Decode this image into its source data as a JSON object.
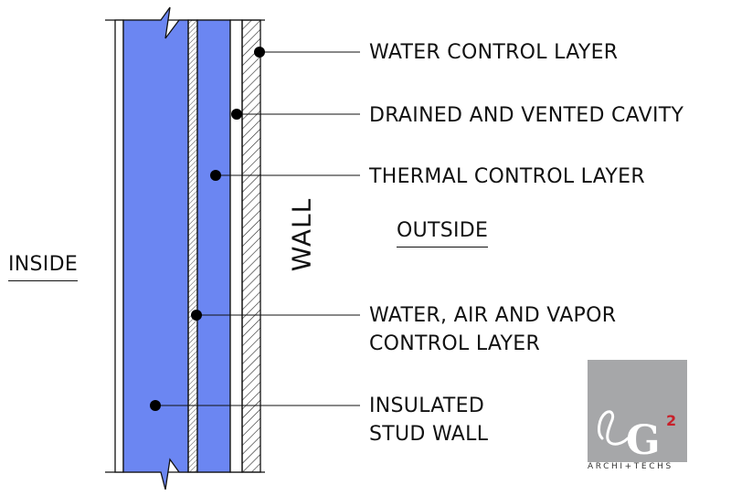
{
  "labels": {
    "water_control_layer": "WATER CONTROL LAYER",
    "drained_vented_cavity": "DRAINED AND VENTED CAVITY",
    "thermal_control_layer": "THERMAL CONTROL LAYER",
    "outside": "OUTSIDE",
    "wall": "WALL",
    "inside": "INSIDE",
    "wavc_line1": "WATER, AIR AND VAPOR",
    "wavc_line2": "CONTROL LAYER",
    "stud_line1": "INSULATED",
    "stud_line2": "STUD WALL"
  },
  "logo": {
    "mark": "LG",
    "superscript": "2",
    "subtitle": "ARCHI+TECHS"
  },
  "colors": {
    "insulation": "#6b86f2",
    "logo_bg": "#a6a7a9",
    "logo_accent": "#c8202a",
    "ink": "#111111"
  }
}
